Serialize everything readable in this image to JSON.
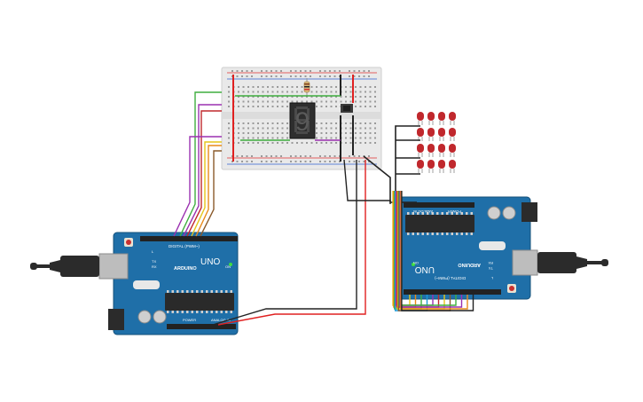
{
  "boards": {
    "left": {
      "brand": "ARDUINO",
      "model": "UNO",
      "digital_header": "DIGITAL (PWM~)",
      "power_label": "POWER",
      "analog_label": "ANALOG IN",
      "tx_label": "TX",
      "rx_label": "RX",
      "l_label": "L",
      "on_label": "ON"
    },
    "right": {
      "brand": "ARDUINO",
      "model": "UNO",
      "digital_header": "DIGITAL (PWM~)",
      "power_label": "POWER",
      "analog_label": "ANALOG IN",
      "tx_label": "TX",
      "rx_label": "RX",
      "l_label": "L",
      "on_label": "ON"
    }
  },
  "display": {
    "digit": "9"
  },
  "leds": {
    "rows": 4,
    "cols": 4,
    "color": "#c0282d"
  },
  "colors": {
    "board": "#1f6fa8",
    "board_edge": "#15507a",
    "breadboard": "#e8e8e8",
    "wire_red": "#e02020",
    "wire_black": "#222222",
    "wire_green": "#3fae3f",
    "wire_purple": "#9b30b0",
    "wire_yellow": "#e6c619",
    "wire_orange": "#e88a1a",
    "wire_brown": "#8a5a2b"
  }
}
